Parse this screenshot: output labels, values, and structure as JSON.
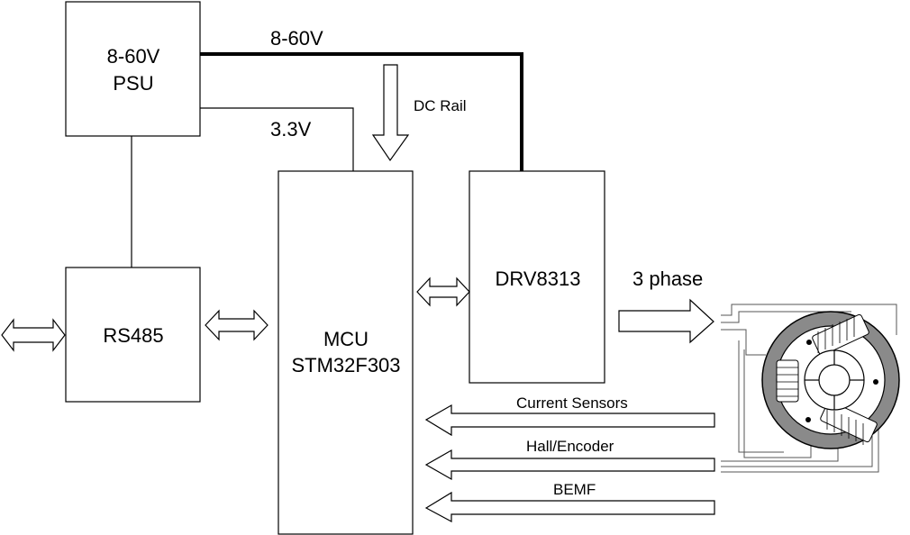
{
  "blocks": {
    "psu": {
      "line1": "8-60V",
      "line2": "PSU"
    },
    "rs485": {
      "label": "RS485"
    },
    "mcu": {
      "line1": "MCU",
      "line2": "STM32F303"
    },
    "driver": {
      "label": "DRV8313"
    }
  },
  "connections": {
    "main_rail": "8-60V",
    "logic_rail": "3.3V",
    "dc_rail": "DC Rail",
    "phase_output": "3 phase"
  },
  "feedback": {
    "current": "Current Sensors",
    "hall": "Hall/Encoder",
    "bemf": "BEMF"
  },
  "icons": {
    "motor": "bldc-motor-icon"
  }
}
